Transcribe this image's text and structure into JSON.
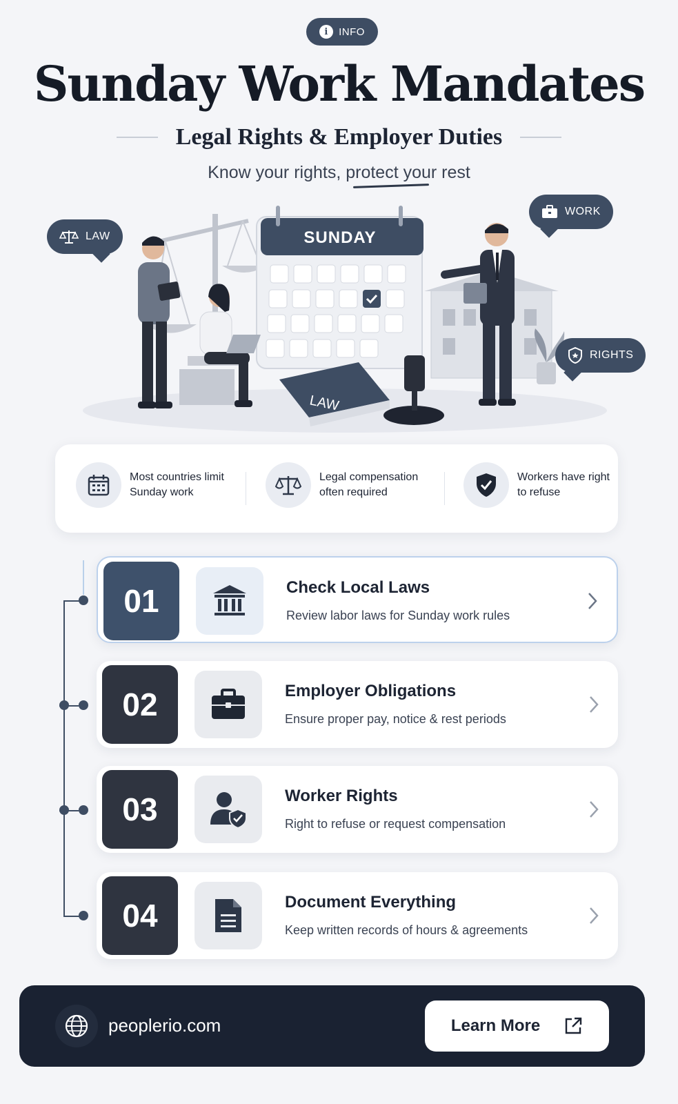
{
  "header": {
    "badge": "INFO",
    "title": "Sunday Work Mandates",
    "subtitle": "Legal Rights & Employer Duties",
    "tagline": "Know your rights, protect your rest"
  },
  "illustration": {
    "calendar_label": "SUNDAY",
    "book_label": "LAW",
    "bubbles": {
      "law": "LAW",
      "work": "WORK",
      "rights": "RIGHTS"
    }
  },
  "stats": [
    {
      "icon": "calendar-icon",
      "text": "Most countries limit Sunday work"
    },
    {
      "icon": "scales-icon",
      "text": "Legal compensation often required"
    },
    {
      "icon": "shield-check-icon",
      "text": "Workers have right to refuse"
    }
  ],
  "steps": [
    {
      "number": "01",
      "icon": "courthouse-icon",
      "title": "Check Local Laws",
      "description": "Review labor laws for Sunday work rules"
    },
    {
      "number": "02",
      "icon": "briefcase-icon",
      "title": "Employer Obligations",
      "description": "Ensure proper pay, notice & rest periods"
    },
    {
      "number": "03",
      "icon": "user-shield-icon",
      "title": "Worker Rights",
      "description": "Right to refuse or request compensation"
    },
    {
      "number": "04",
      "icon": "document-icon",
      "title": "Document Everything",
      "description": "Keep written records of hours & agreements"
    }
  ],
  "footer": {
    "site": "peoplerio.com",
    "cta": "Learn More"
  },
  "colors": {
    "primary": "#3e4d63",
    "dark": "#1a2232",
    "background": "#f4f5f8"
  }
}
